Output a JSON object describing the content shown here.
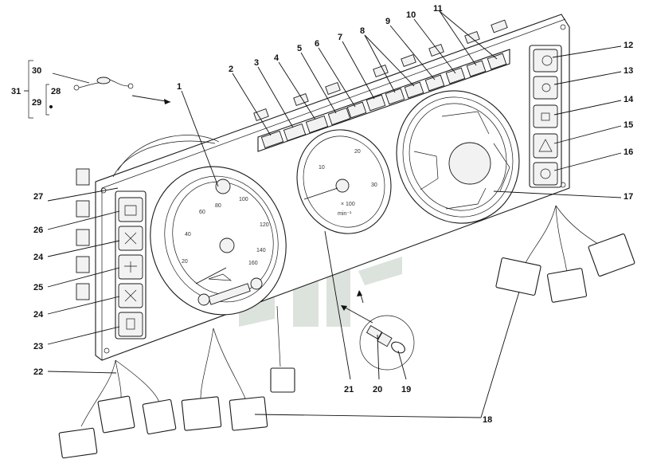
{
  "labels": {
    "l1": "1",
    "l2": "2",
    "l3": "3",
    "l4": "4",
    "l5": "5",
    "l6": "6",
    "l7": "7",
    "l8": "8",
    "l9": "9",
    "l10": "10",
    "l11": "11",
    "l12": "12",
    "l13": "13",
    "l14": "14",
    "l15": "15",
    "l16": "16",
    "l17": "17",
    "l18": "18",
    "l19": "19",
    "l20": "20",
    "l21": "21",
    "l22": "22",
    "l23": "23",
    "l24a": "24",
    "l24b": "24",
    "l25": "25",
    "l26": "26",
    "l27": "27",
    "l28": "28",
    "l29": "29",
    "l30": "30",
    "l31": "31"
  },
  "speedometer": {
    "ticks": [
      "20",
      "40",
      "60",
      "80",
      "100",
      "120",
      "140",
      "160"
    ]
  },
  "tachometer": {
    "ticks": [
      "10",
      "20",
      "30"
    ],
    "unit_top": "× 100",
    "unit_bottom": "min⁻¹"
  }
}
